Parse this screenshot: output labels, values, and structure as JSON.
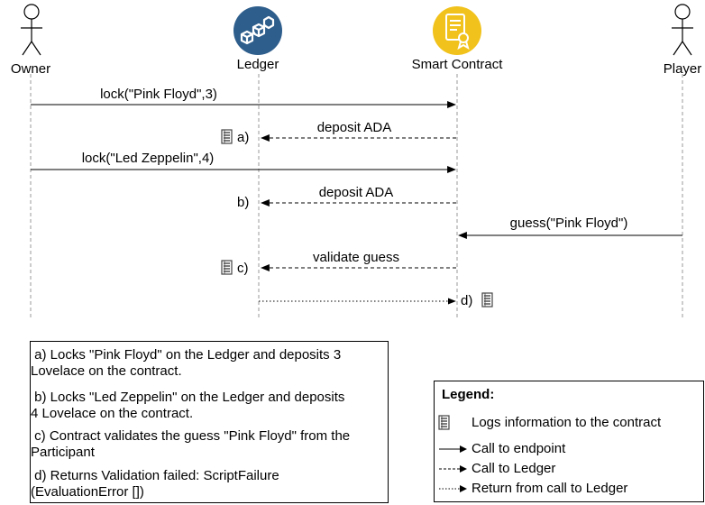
{
  "participants": {
    "owner": "Owner",
    "ledger": "Ledger",
    "contract": "Smart Contract",
    "player": "Player"
  },
  "messages": {
    "m1": "lock(\"Pink Floyd\",3)",
    "m2": "deposit ADA",
    "m3": "lock(\"Led Zeppelin\",4)",
    "m4": "deposit ADA",
    "m5": "guess(\"Pink Floyd\")",
    "m6": "validate guess"
  },
  "markers": {
    "a": "a)",
    "b": "b)",
    "c": "c)",
    "d": "d)"
  },
  "notes": {
    "a": " a) Locks \"Pink Floyd\" on the Ledger and deposits 3\nLovelace on the contract.",
    "b": " b) Locks \"Led Zeppelin\" on the Ledger and deposits\n4 Lovelace on the contract.",
    "c": " c) Contract validates the guess \"Pink Floyd\" from the\nParticipant",
    "d": " d) Returns Validation failed: ScriptFailure\n(EvaluationError [])"
  },
  "legend": {
    "title": "Legend:",
    "log": "Logs information to the contract",
    "call_endpoint": "Call to endpoint",
    "call_ledger": "Call to Ledger",
    "return_ledger": "Return from call to Ledger"
  },
  "icons": {
    "ledger": "blockchain-cubes-icon",
    "contract": "certificate-document-icon",
    "log": "document-log-icon"
  },
  "colors": {
    "ledger_circle": "#2E5E8C",
    "contract_circle": "#F1C21B",
    "line": "#000000",
    "lifeline": "#999999"
  }
}
